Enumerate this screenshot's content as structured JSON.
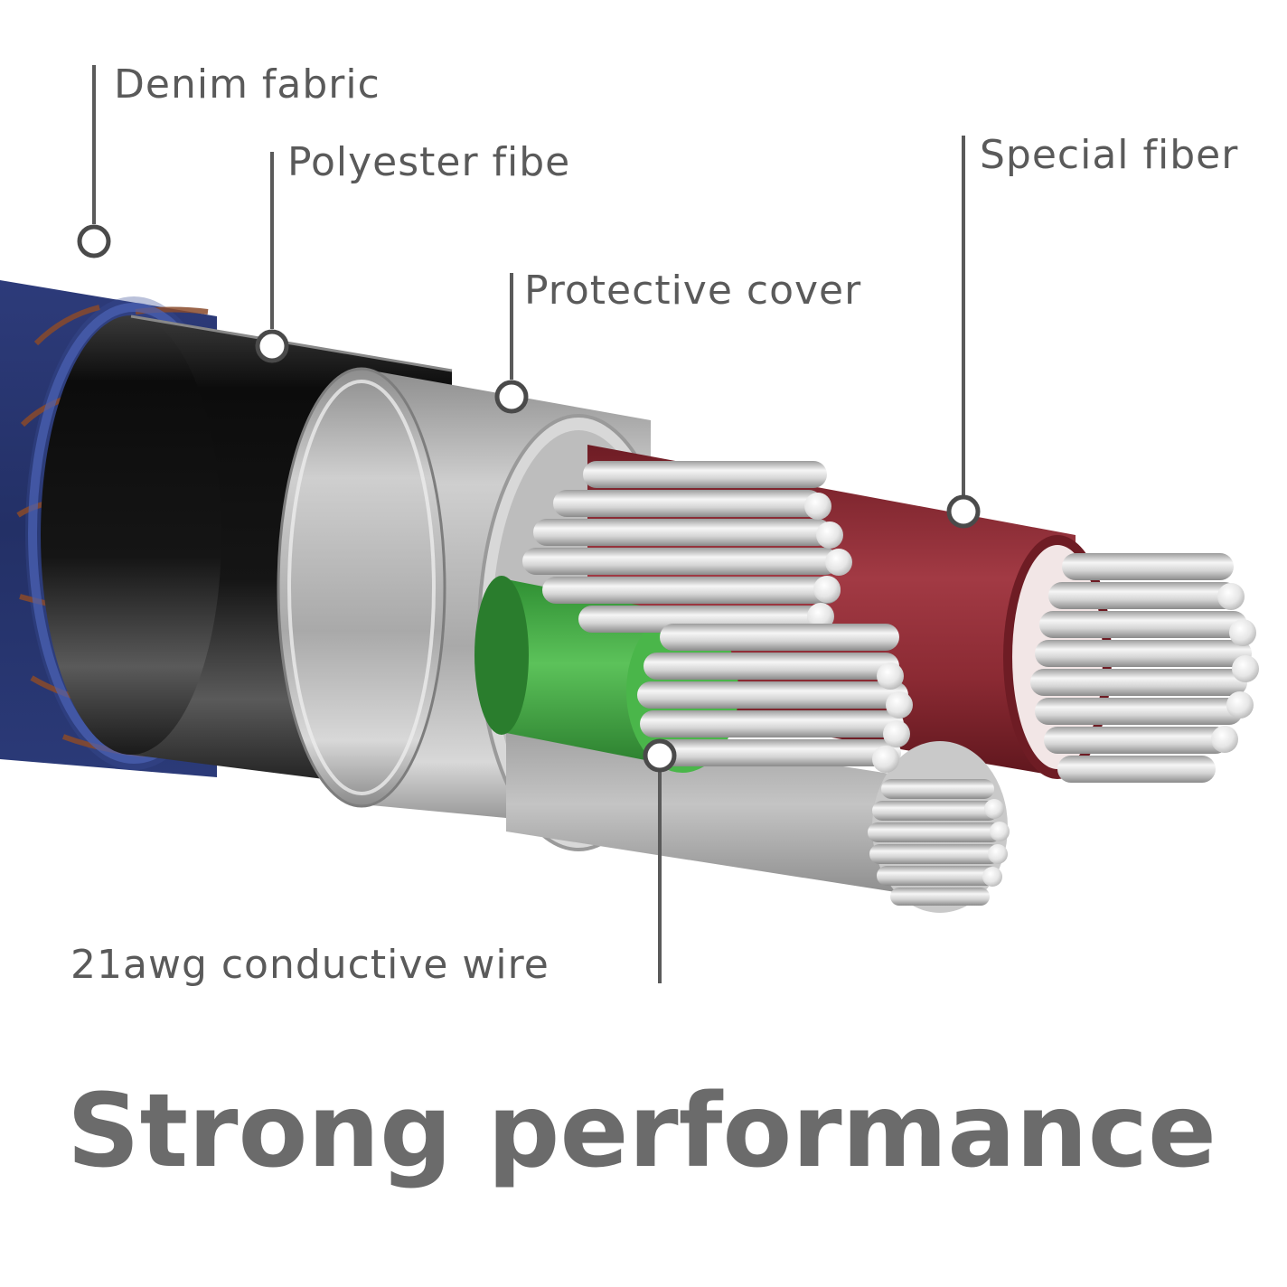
{
  "labels": {
    "denim": "Denim fabric",
    "polyester": "Polyester fibe",
    "protective": "Protective cover",
    "special": "Special fiber",
    "wire": "21awg conductive wire"
  },
  "headline": "Strong performance",
  "colors": {
    "denim": "#27346b",
    "black_sheath": "#111111",
    "silver": "#b9b9b9",
    "red_core": "#8b2a33",
    "green_core": "#3aa53e",
    "text": "#5a5a5a",
    "headline": "#6b6b6b"
  }
}
